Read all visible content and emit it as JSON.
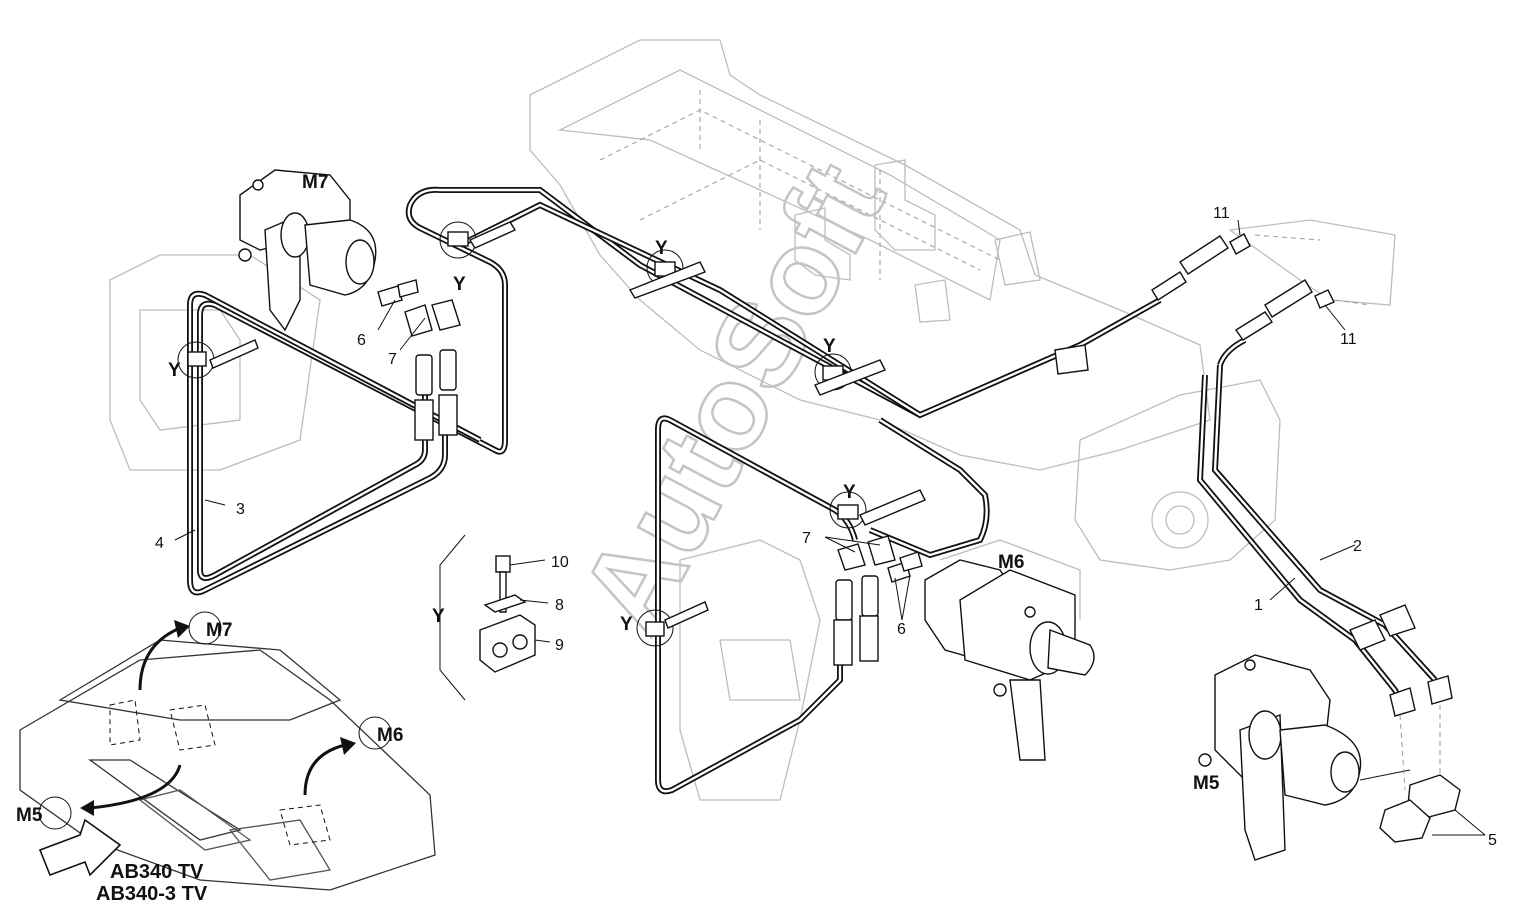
{
  "watermark": "AutoSoft",
  "models": [
    "AB340 TV",
    "AB340-3 TV"
  ],
  "motors": {
    "m5": "M5",
    "m6": "M6",
    "m7": "M7"
  },
  "detail_marker": "Y",
  "callouts": {
    "c1": "1",
    "c2": "2",
    "c3": "3",
    "c4": "4",
    "c5": "5",
    "c6a": "6",
    "c6b": "6",
    "c7a": "7",
    "c7b": "7",
    "c8": "8",
    "c9": "9",
    "c10": "10",
    "c11a": "11",
    "c11b": "11"
  }
}
